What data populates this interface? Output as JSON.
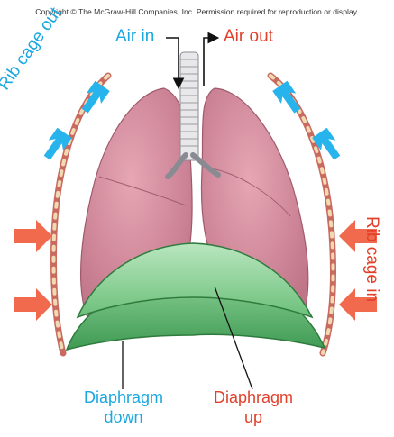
{
  "copyright": "Copyright © The McGraw-Hill Companies, Inc. Permission required for reproduction or display.",
  "labels": {
    "air_in": "Air in",
    "air_out": "Air out",
    "rib_cage_out": "Rib cage out",
    "rib_cage_in": "Rib cage in",
    "diaphragm_down_line1": "Diaphragm",
    "diaphragm_down_line2": "down",
    "diaphragm_up_line1": "Diaphragm",
    "diaphragm_up_line2": "up"
  },
  "colors": {
    "label_blue": "#1ba7e0",
    "label_red": "#e1412b",
    "arrow_out": "#27b4ec",
    "arrow_in": "#f26a4e",
    "lung": "#d78a9c",
    "diaphragm": "#5cb76a",
    "rib": "#c96a60"
  }
}
